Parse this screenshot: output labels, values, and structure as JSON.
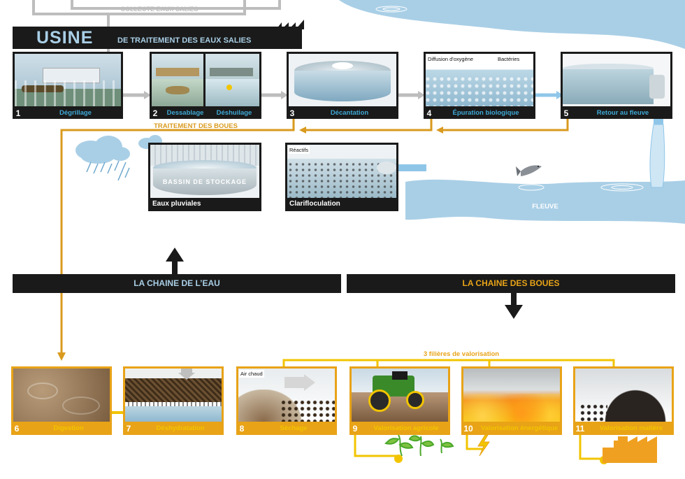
{
  "collecte": {
    "label": "COLLECTE EAUX SALIES"
  },
  "usine": {
    "title": "USINE",
    "subtitle": "DE TRAITEMENT DES EAUX SALIES"
  },
  "steps_water": [
    {
      "num": "1",
      "label": "Dégrillage"
    },
    {
      "num": "2",
      "label": "Dessablage"
    },
    {
      "label": "Déshuilage"
    },
    {
      "num": "3",
      "label": "Décantation"
    },
    {
      "num": "4",
      "label": "Épuration biologique"
    },
    {
      "num": "5",
      "label": "Retour au fleuve"
    }
  ],
  "labels_in_photos": {
    "oxygen": "Diffusion d'oxygène",
    "bacteria": "Bactéries",
    "reactifs": "Réactifs",
    "air": "Air chaud",
    "bassin": "BASSIN DE STOCKAGE"
  },
  "traitement_boues": "TRAITEMENT DES BOUES",
  "mid_boxes": {
    "eaux_pluviales": "Eaux pluviales",
    "clarifloculation": "Clarifloculation"
  },
  "fleuve": "FLEUVE",
  "chains": {
    "eau": "LA CHAINE DE L’EAU",
    "boues": "LA CHAINE DES BOUES"
  },
  "filieres": "3 filières de valorisation",
  "steps_sludge": [
    {
      "num": "6",
      "label": "Digestion"
    },
    {
      "num": "7",
      "label": "Déshydratation"
    },
    {
      "num": "8",
      "label": "Séchage"
    },
    {
      "num": "9",
      "label": "Valorisation agricole"
    },
    {
      "num": "10",
      "label": "Valorisation énergétique"
    },
    {
      "num": "11",
      "label": "Valorisation matière"
    }
  ],
  "colors": {
    "dark": "#1a1a1a",
    "water_blue": "#3fa9d6",
    "sky_blue": "#a9cfe6",
    "orange": "#d99a1e",
    "yellow": "#f2c400",
    "gray": "#bdbdbd"
  }
}
